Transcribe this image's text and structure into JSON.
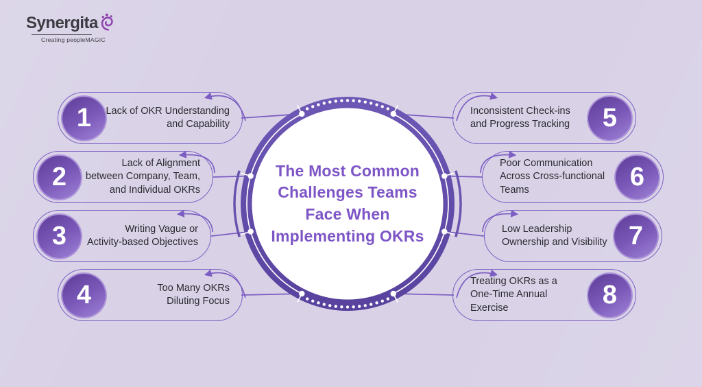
{
  "brand": {
    "name": "Synergita",
    "tagline": "Creating peopleMAGIC"
  },
  "center": {
    "title": "The Most Common\nChallenges Teams\nFace When\nImplementing OKRs"
  },
  "items": [
    {
      "number": "1",
      "label": "Lack of OKR Understanding\nand Capability"
    },
    {
      "number": "2",
      "label": "Lack of Alignment\nbetween Company, Team,\nand Individual OKRs"
    },
    {
      "number": "3",
      "label": "Writing Vague or\nActivity-based Objectives"
    },
    {
      "number": "4",
      "label": "Too Many OKRs\nDiluting Focus"
    },
    {
      "number": "5",
      "label": "Inconsistent Check-ins\nand Progress Tracking"
    },
    {
      "number": "6",
      "label": "Poor Communication\nAcross Cross-functional\nTeams"
    },
    {
      "number": "7",
      "label": "Low Leadership\nOwnership and Visibility"
    },
    {
      "number": "8",
      "label": "Treating OKRs as a\nOne-Time Annual\nExercise"
    }
  ],
  "colors": {
    "background": "#d9d2e7",
    "accent": "#7c5ec2",
    "ring": "#6450ab",
    "title_text": "#7d55c6",
    "body_text": "#2a2930",
    "number_badge_gradient_start": "#5e3d98",
    "number_badge_gradient_end": "#9e82d6",
    "logo_text": "#3c3c42",
    "logo_mark": "#8b44a8"
  }
}
